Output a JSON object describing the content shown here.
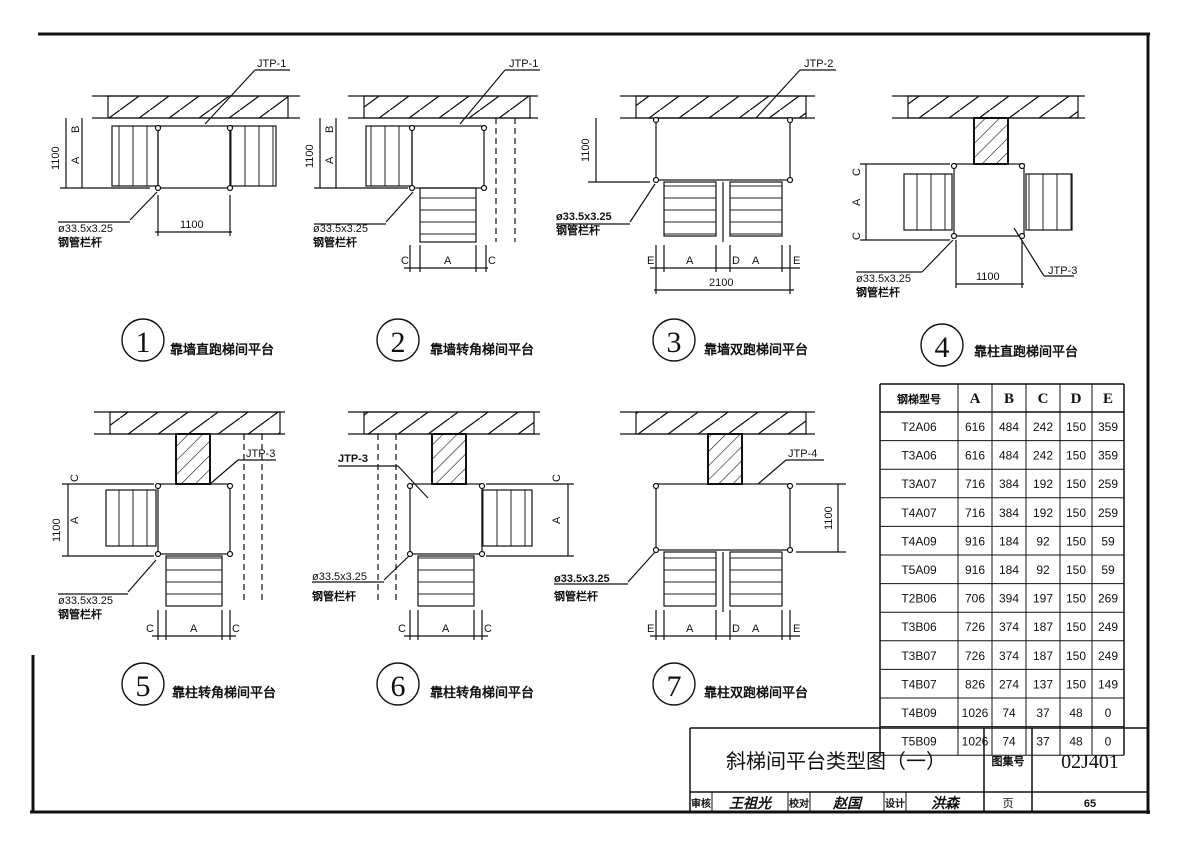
{
  "drawings": {
    "d1": {
      "tag": "JTP-1",
      "dims": {
        "v": "1100",
        "b": "B",
        "a": "A",
        "h": "1100"
      },
      "rail_spec": "ø33.5x3.25",
      "rail_name": "钢管栏杆"
    },
    "d2": {
      "tag": "JTP-1",
      "dims": {
        "v": "1100",
        "b": "B",
        "a": "A",
        "c1": "C",
        "ab": "A",
        "c2": "C"
      },
      "rail_spec": "ø33.5x3.25",
      "rail_name": "钢管栏杆"
    },
    "d3": {
      "tag": "JTP-2",
      "dims": {
        "v": "1100",
        "e1": "E",
        "a1": "A",
        "d": "D",
        "a2": "A",
        "e2": "E",
        "total": "2100"
      },
      "rail_spec": "ø33.5x3.25",
      "rail_name": "钢管栏杆"
    },
    "d4": {
      "tag": "JTP-3",
      "dims": {
        "c1": "C",
        "a": "A",
        "c2": "C",
        "h": "1100"
      },
      "rail_spec": "ø33.5x3.25",
      "rail_name": "钢管栏杆"
    },
    "d5": {
      "tag": "JTP-3",
      "dims": {
        "v": "1100",
        "c": "C",
        "a": "A",
        "c1": "C",
        "ab": "A",
        "c2": "C"
      },
      "rail_spec": "ø33.5x3.25",
      "rail_name": "钢管栏杆"
    },
    "d6": {
      "tag": "JTP-3",
      "dims": {
        "c": "C",
        "a": "A",
        "c1": "C",
        "ab": "A",
        "c2": "C"
      },
      "rail_spec": "ø33.5x3.25",
      "rail_name": "钢管栏杆"
    },
    "d7": {
      "tag": "JTP-4",
      "dims": {
        "v": "1100",
        "e1": "E",
        "a1": "A",
        "d": "D",
        "a2": "A",
        "e2": "E"
      },
      "rail_spec": "ø33.5x3.25",
      "rail_name": "钢管栏杆"
    }
  },
  "captions": [
    {
      "num": "1",
      "text": "靠墙直跑梯间平台"
    },
    {
      "num": "2",
      "text": "靠墙转角梯间平台"
    },
    {
      "num": "3",
      "text": "靠墙双跑梯间平台"
    },
    {
      "num": "4",
      "text": "靠柱直跑梯间平台"
    },
    {
      "num": "5",
      "text": "靠柱转角梯间平台"
    },
    {
      "num": "6",
      "text": "靠柱转角梯间平台"
    },
    {
      "num": "7",
      "text": "靠柱双跑梯间平台"
    }
  ],
  "table": {
    "headers": [
      "钢梯型号",
      "A",
      "B",
      "C",
      "D",
      "E"
    ],
    "rows": [
      [
        "T2A06",
        "616",
        "484",
        "242",
        "150",
        "359"
      ],
      [
        "T3A06",
        "616",
        "484",
        "242",
        "150",
        "359"
      ],
      [
        "T3A07",
        "716",
        "384",
        "192",
        "150",
        "259"
      ],
      [
        "T4A07",
        "716",
        "384",
        "192",
        "150",
        "259"
      ],
      [
        "T4A09",
        "916",
        "184",
        "92",
        "150",
        "59"
      ],
      [
        "T5A09",
        "916",
        "184",
        "92",
        "150",
        "59"
      ],
      [
        "T2B06",
        "706",
        "394",
        "197",
        "150",
        "269"
      ],
      [
        "T3B06",
        "726",
        "374",
        "187",
        "150",
        "249"
      ],
      [
        "T3B07",
        "726",
        "374",
        "187",
        "150",
        "249"
      ],
      [
        "T4B07",
        "826",
        "274",
        "137",
        "150",
        "149"
      ],
      [
        "T4B09",
        "1026",
        "74",
        "37",
        "48",
        "0"
      ],
      [
        "T5B09",
        "1026",
        "74",
        "37",
        "48",
        "0"
      ]
    ]
  },
  "title_block": {
    "title": "斜梯间平台类型图（一）",
    "atlas_label": "图集号",
    "atlas_no": "02J401",
    "review_label": "审核",
    "review_sig": "王祖光",
    "check_label": "校对",
    "check_sig": "赵国",
    "design_label": "设计",
    "design_sig": "洪森",
    "page_label": "页",
    "page_no": "65"
  }
}
